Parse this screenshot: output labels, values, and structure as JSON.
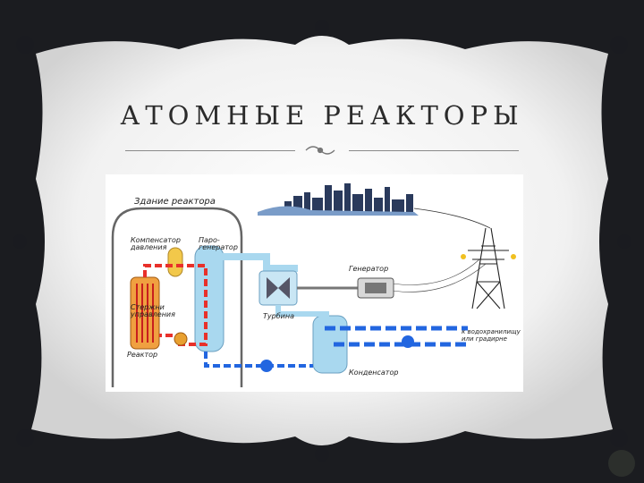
{
  "slide": {
    "title": "АТОМНЫЕ РЕАКТОРЫ"
  },
  "diagram": {
    "labels": {
      "building": "Здание реактора",
      "compensator": "Компенсатор давления",
      "steam_gen": "Паро- генератор",
      "generator": "Генератор",
      "control_rods": "Стержни управления",
      "turbine": "Турбина",
      "reactor": "Реактор",
      "condenser": "Конденсатор",
      "water_source": "к водохранилищу или градирне"
    }
  },
  "colors": {
    "hot_loop": "#e8302a",
    "cold_loop": "#2266e0",
    "steam": "#a9d8ef",
    "frame": "#ececec",
    "background": "#1b1c20"
  }
}
